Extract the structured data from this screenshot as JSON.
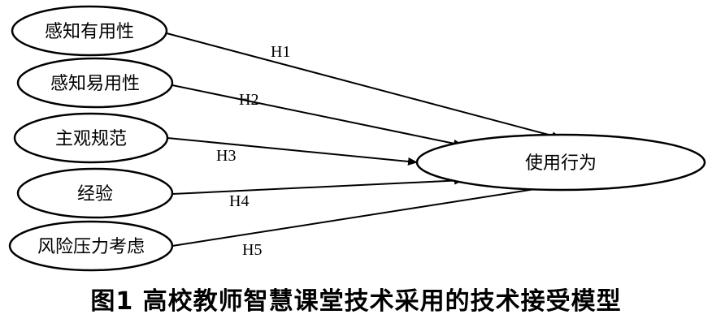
{
  "diagram": {
    "nodes": {
      "n1": "感知有用性",
      "n2": "感知易用性",
      "n3": "主观规范",
      "n4": "经验",
      "n5": "风险压力考虑",
      "target": "使用行为"
    },
    "edges": {
      "e1": "H1",
      "e2": "H2",
      "e3": "H3",
      "e4": "H4",
      "e5": "H5"
    }
  },
  "caption": "图1  高校教师智慧课堂技术采用的技术接受模型"
}
